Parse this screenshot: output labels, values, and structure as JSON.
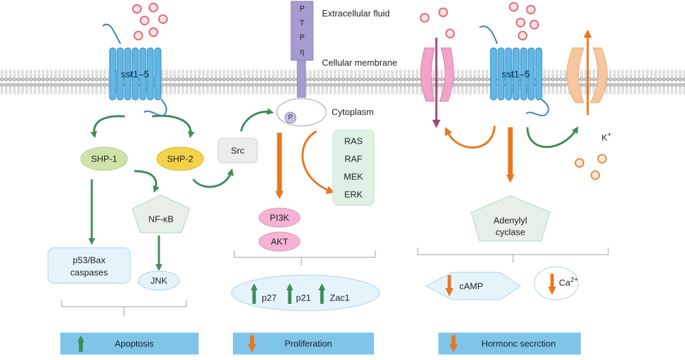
{
  "membrane": {
    "extracellular_label": "Extracellular fluid",
    "membrane_label": "Cellular membrane",
    "cytoplasm_label": "Cytoplasm",
    "ptp_letters": [
      "P",
      "T",
      "P",
      "η"
    ]
  },
  "receptors": {
    "left": "sst1–5",
    "right": "sst1–5"
  },
  "nodes": {
    "shp1": "SHP-1",
    "shp2": "SHP-2",
    "src": "Src",
    "phospho": "P",
    "nfkb": "NF-κB",
    "p53": "p53/Bax",
    "caspases": "caspases",
    "jnk": "JNK",
    "pi3k": "PI3K",
    "akt": "AKT",
    "mapk": [
      "RAS",
      "RAF",
      "MEK",
      "ERK"
    ],
    "adenylyl_1": "Adenylyl",
    "adenylyl_2": "cyclase",
    "potassium": "K",
    "potassium_sup": "+"
  },
  "outcomes": {
    "p27": "p27",
    "p21": "p21",
    "zac1": "Zac1",
    "camp": "cAMP",
    "ca": "Ca",
    "ca_sup": "2+"
  },
  "bottom": {
    "apoptosis": "Apoptosis",
    "proliferation": "Proliferation",
    "hormone": "Hormonc secrction"
  },
  "colors": {
    "green": "#3f8c5a",
    "orange": "#e9771f",
    "receptor": "#5fb8e6",
    "membrane": "#9a9a9a",
    "ptp": "#a79bd0",
    "banner": "#7fc5ea"
  }
}
